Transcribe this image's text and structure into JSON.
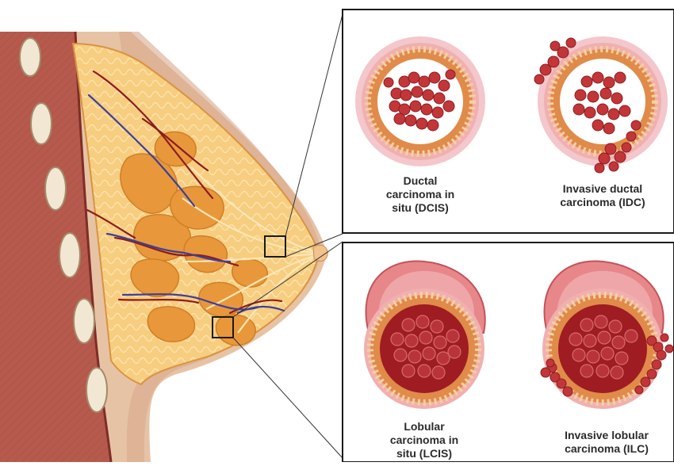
{
  "panels": {
    "dcis": {
      "label": "Ductal\ncarcinoma in\nsitu (DCIS)"
    },
    "idc": {
      "label": "Invasive ductal\ncarcinoma (IDC)"
    },
    "lcis": {
      "label": "Lobular\ncarcinoma in\nsitu (LCIS)"
    },
    "ilc": {
      "label": "Invasive lobular\ncarcinoma (ILC)"
    }
  },
  "colors": {
    "skin": "#e9c4a7",
    "muscle": "#b85a4e",
    "fat": "#f5c16a",
    "fat_light": "#fbe2a6",
    "gland": "#e59a3a",
    "artery": "#8c1d1d",
    "vein": "#3e3f9a",
    "duct_wall": "#e8a06a",
    "tumor": "#c2363a",
    "lobule_sac": "#e7878a",
    "lobule_core": "#9e1c22"
  }
}
